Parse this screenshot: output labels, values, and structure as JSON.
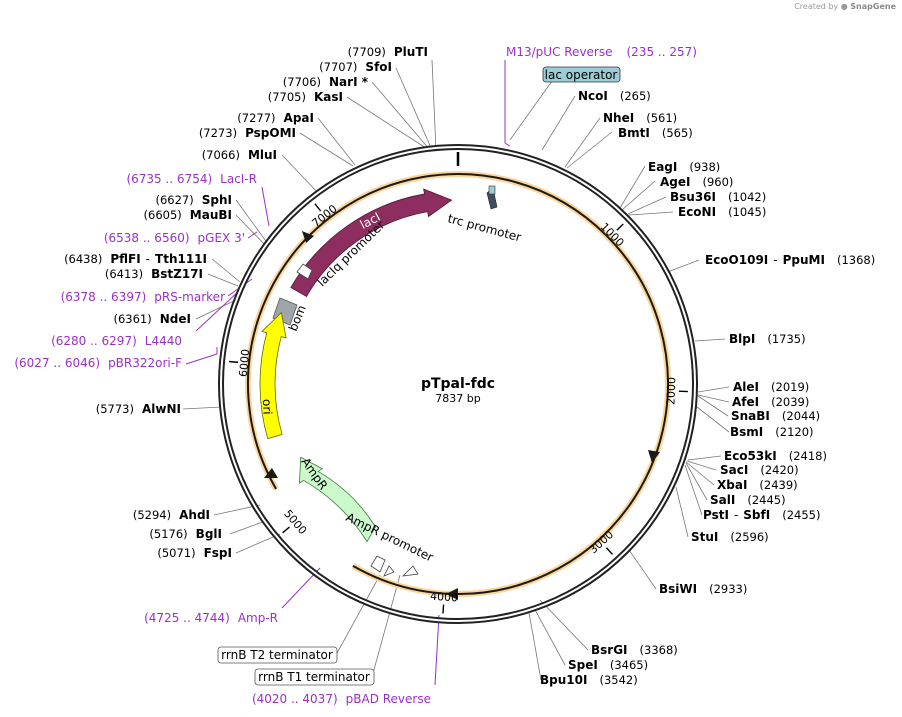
{
  "credit": {
    "created_by": "Created by",
    "brand": "SnapGene"
  },
  "plasmid": {
    "name": "pTpal-fdc",
    "length": "7837 bp",
    "total_bp": 7837
  },
  "ticks": [
    {
      "bp": 1000,
      "label": "1000"
    },
    {
      "bp": 2000,
      "label": "2000"
    },
    {
      "bp": 3000,
      "label": "3000"
    },
    {
      "bp": 4000,
      "label": "4000"
    },
    {
      "bp": 5000,
      "label": "5000"
    },
    {
      "bp": 6000,
      "label": "6000"
    },
    {
      "bp": 7000,
      "label": "7000"
    }
  ],
  "features": [
    {
      "name": "lacI",
      "kind": "arrow",
      "color": "#8e2d5f",
      "label_color": "#ffffff"
    },
    {
      "name": "lacIq promoter",
      "kind": "promoter"
    },
    {
      "name": "bom",
      "kind": "box",
      "color": "#9ea5ab"
    },
    {
      "name": "ori",
      "kind": "arrow",
      "color": "#ffff00"
    },
    {
      "name": "AmpR",
      "kind": "arrow",
      "color": "#ccf9cc"
    },
    {
      "name": "AmpR promoter",
      "kind": "promoter"
    },
    {
      "name": "trc promoter",
      "kind": "promoter"
    }
  ],
  "orf_colors": {
    "orf": "#e8a03a",
    "halo": "#fcd59a"
  },
  "boxed_labels": {
    "lac_operator": "lac operator",
    "rrnb_t2": "rrnB T2 terminator",
    "rrnb_t1": "rrnB T1 terminator"
  },
  "enzymes_left": [
    {
      "pos": "(7709)",
      "name": "PluTI"
    },
    {
      "pos": "(7707)",
      "name": "SfoI"
    },
    {
      "pos": "(7706)",
      "name": "NarI *"
    },
    {
      "pos": "(7705)",
      "name": "KasI"
    },
    {
      "pos": "(7277)",
      "name": "ApaI"
    },
    {
      "pos": "(7273)",
      "name": "PspOMI"
    },
    {
      "pos": "(7066)",
      "name": "MluI"
    },
    {
      "pos": "(6627)",
      "name": "SphI"
    },
    {
      "pos": "(6605)",
      "name": "MauBI"
    },
    {
      "pos": "(6438)",
      "name": "PflFI",
      "name2": "Tth111I"
    },
    {
      "pos": "(6413)",
      "name": "BstZ17I"
    },
    {
      "pos": "(6361)",
      "name": "NdeI"
    },
    {
      "pos": "(5773)",
      "name": "AlwNI"
    },
    {
      "pos": "(5294)",
      "name": "AhdI"
    },
    {
      "pos": "(5176)",
      "name": "BglI"
    },
    {
      "pos": "(5071)",
      "name": "FspI"
    }
  ],
  "enzymes_right": [
    {
      "name": "NcoI",
      "pos": "(265)"
    },
    {
      "name": "NheI",
      "pos": "(561)"
    },
    {
      "name": "BmtI",
      "pos": "(565)"
    },
    {
      "name": "EagI",
      "pos": "(938)"
    },
    {
      "name": "AgeI",
      "pos": "(960)"
    },
    {
      "name": "Bsu36I",
      "pos": "(1042)"
    },
    {
      "name": "EcoNI",
      "pos": "(1045)"
    },
    {
      "name": "EcoO109I",
      "name2": "PpuMI",
      "pos": "(1368)"
    },
    {
      "name": "BlpI",
      "pos": "(1735)"
    },
    {
      "name": "AleI",
      "pos": "(2019)"
    },
    {
      "name": "AfeI",
      "pos": "(2039)"
    },
    {
      "name": "SnaBI",
      "pos": "(2044)"
    },
    {
      "name": "BsmI",
      "pos": "(2120)"
    },
    {
      "name": "Eco53kI",
      "pos": "(2418)"
    },
    {
      "name": "SacI",
      "pos": "(2420)"
    },
    {
      "name": "XbaI",
      "pos": "(2439)"
    },
    {
      "name": "SalI",
      "pos": "(2445)"
    },
    {
      "name": "PstI",
      "name2": "SbfI",
      "pos": "(2455)"
    },
    {
      "name": "StuI",
      "pos": "(2596)"
    },
    {
      "name": "BsiWI",
      "pos": "(2933)"
    },
    {
      "name": "BsrGI",
      "pos": "(3368)"
    },
    {
      "name": "SpeI",
      "pos": "(3465)"
    },
    {
      "name": "Bpu10I",
      "pos": "(3542)"
    }
  ],
  "primers": [
    {
      "name": "M13/pUC Reverse",
      "range": "(235 .. 257)"
    },
    {
      "name": "LacI-R",
      "range": "(6735 .. 6754)"
    },
    {
      "name": "pGEX 3'",
      "range": "(6538 .. 6560)"
    },
    {
      "name": "pRS-marker",
      "range": "(6378 .. 6397)"
    },
    {
      "name": "L4440",
      "range": "(6280 .. 6297)"
    },
    {
      "name": "pBR322ori-F",
      "range": "(6027 .. 6046)"
    },
    {
      "name": "Amp-R",
      "range": "(4725 .. 4744)"
    },
    {
      "name": "pBAD Reverse",
      "range": "(4020 .. 4037)"
    }
  ]
}
